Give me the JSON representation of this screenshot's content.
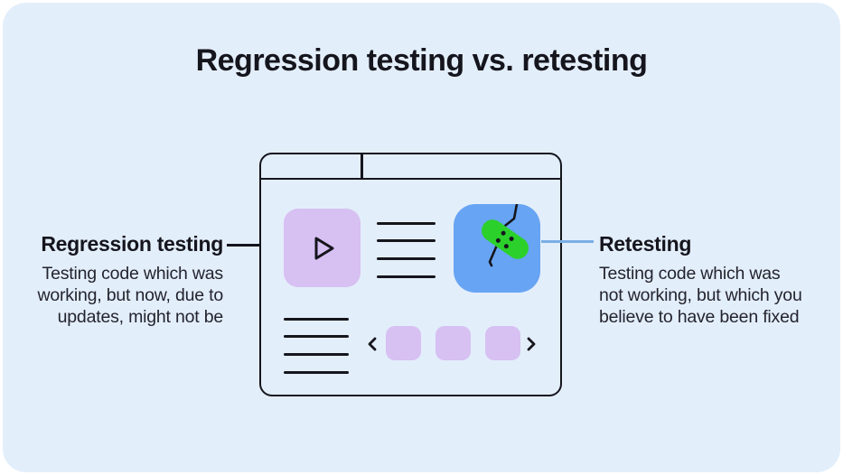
{
  "title": "Regression testing vs. retesting",
  "colors": {
    "page-bg": "#ffffff",
    "panel-bg": "#e3eefb",
    "ink": "#15151d",
    "text": "#23242e",
    "purple": "#d7c0f2",
    "blue-tile": "#67a4f3",
    "green": "#2bd02b",
    "connector-blue": "#7aafe5"
  },
  "left_callout": {
    "heading": "Regression testing",
    "lines": [
      "Testing code which was",
      "working, but now, due to",
      "updates, might not be"
    ]
  },
  "right_callout": {
    "heading": "Retesting",
    "lines": [
      "Testing code which was",
      "not working, but which you",
      "believe to have been fixed"
    ]
  },
  "illustration": {
    "description": "browser window mockup",
    "icons": [
      "play-icon",
      "crack-icon",
      "bandage-icon",
      "chevron-left-icon",
      "chevron-right-icon"
    ]
  }
}
